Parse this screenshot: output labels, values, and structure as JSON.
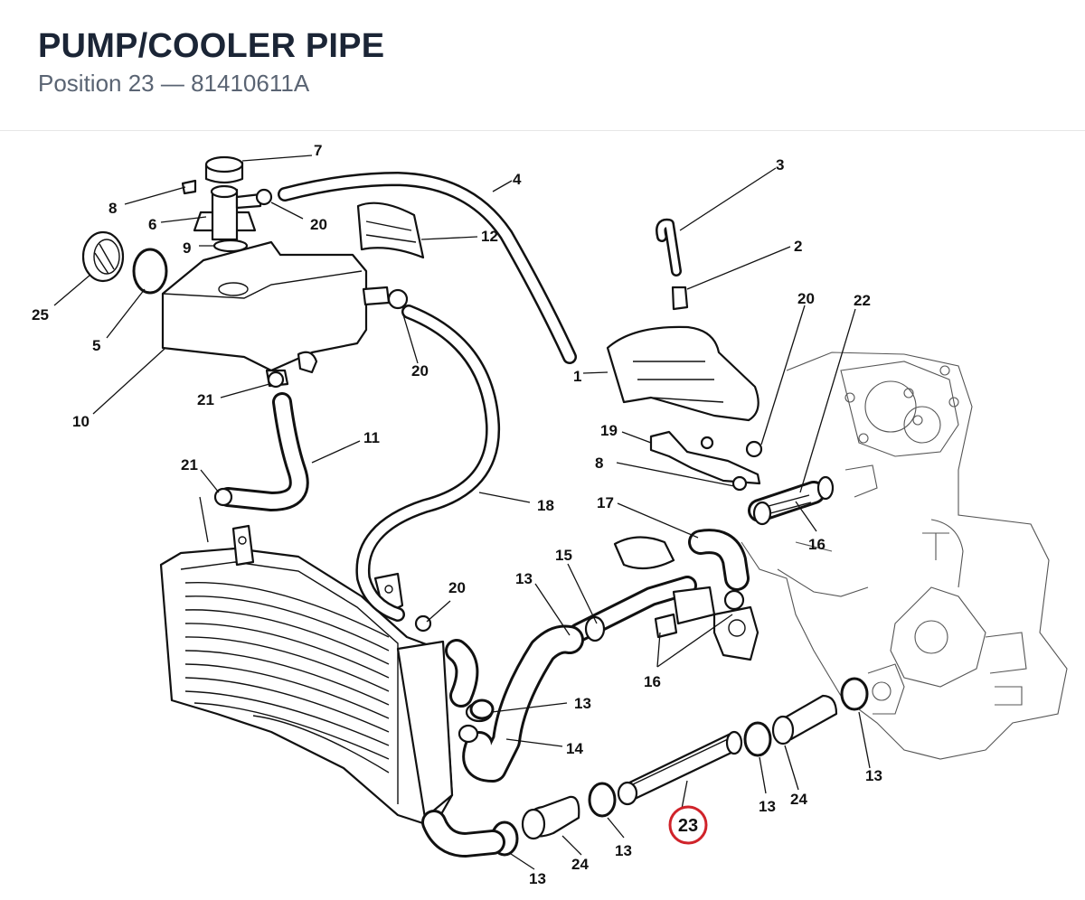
{
  "header": {
    "title": "PUMP/COOLER PIPE",
    "subtitle": "Position 23 — 81410611A"
  },
  "diagram": {
    "highlight_color": "#d0232a",
    "highlighted": "23",
    "labels": {
      "p1": "1",
      "p2": "2",
      "p3": "3",
      "p4": "4",
      "p5": "5",
      "p6": "6",
      "p7": "7",
      "p8a": "8",
      "p8b": "8",
      "p9": "9",
      "p10": "10",
      "p11": "11",
      "p12": "12",
      "p13a": "13",
      "p13b": "13",
      "p13c": "13",
      "p13d": "13",
      "p13e": "13",
      "p13f": "13",
      "p14": "14",
      "p15": "15",
      "p16a": "16",
      "p16b": "16",
      "p17": "17",
      "p18": "18",
      "p19": "19",
      "p20a": "20",
      "p20b": "20",
      "p20c": "20",
      "p20d": "20",
      "p21a": "21",
      "p21b": "21",
      "p22": "22",
      "p23": "23",
      "p24a": "24",
      "p24b": "24",
      "p25": "25"
    }
  }
}
